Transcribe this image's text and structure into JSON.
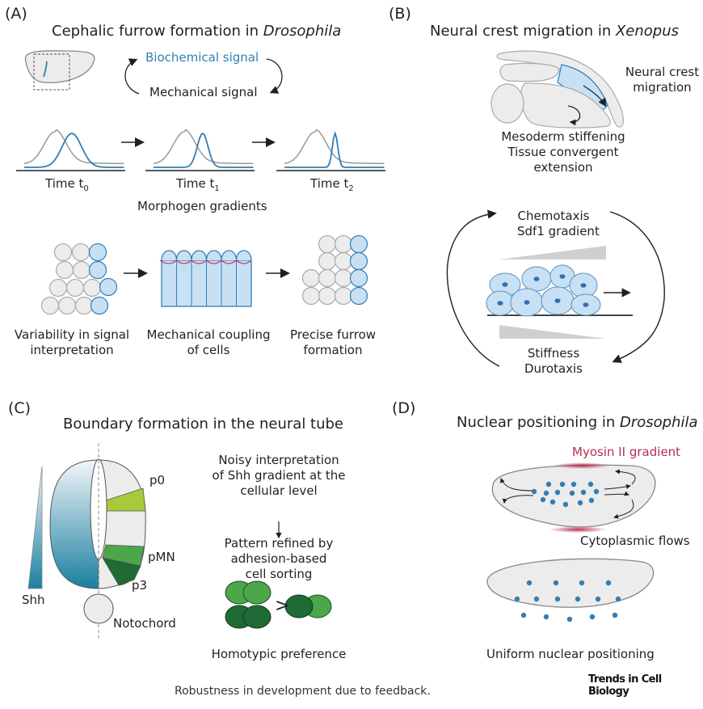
{
  "panels": {
    "A": {
      "label": "(A)",
      "title_prefix": "Cephalic furrow formation in ",
      "title_italic": "Drosophila",
      "loop": {
        "top": "Biochemical signal",
        "bottom": "Mechanical signal"
      },
      "timepoints": [
        {
          "label": "Time t",
          "sub": "0"
        },
        {
          "label": "Time t",
          "sub": "1"
        },
        {
          "label": "Time t",
          "sub": "2"
        }
      ],
      "gradients_label": "Morphogen gradients",
      "stages": [
        {
          "line1": "Variability in signal",
          "line2": "interpretation"
        },
        {
          "line1": "Mechanical coupling",
          "line2": "of cells"
        },
        {
          "line1": "Precise furrow",
          "line2": "formation"
        }
      ]
    },
    "B": {
      "label": "(B)",
      "title_prefix": "Neural crest migration in ",
      "title_italic": "Xenopus",
      "migration": {
        "line1": "Neural crest",
        "line2": "migration"
      },
      "mesoderm": {
        "line1": "Mesoderm stiffening",
        "line2": "Tissue convergent",
        "line3": "extension"
      },
      "chemotaxis": {
        "line1": "Chemotaxis",
        "line2": "Sdf1 gradient"
      },
      "durotaxis": {
        "line1": "Stiffness",
        "line2": "Durotaxis"
      }
    },
    "C": {
      "label": "(C)",
      "title": "Boundary formation in the neural tube",
      "domains": [
        "p0",
        "pMN",
        "p3"
      ],
      "shh": "Shh",
      "notochord": "Notochord",
      "noisy": {
        "line1": "Noisy interpretation",
        "line2": "of Shh gradient at the",
        "line3": "cellular level"
      },
      "refined": {
        "line1": "Pattern refined by",
        "line2": "adhesion-based",
        "line3": "cell sorting"
      },
      "preference_symbol": ">",
      "homotypic": "Homotypic preference"
    },
    "D": {
      "label": "(D)",
      "title_prefix": "Nuclear positioning in ",
      "title_italic": "Drosophila",
      "myosin": "Myosin II gradient",
      "flows": "Cytoplasmic flows",
      "uniform": "Uniform nuclear positioning"
    }
  },
  "journal": "Trends in Cell Biology",
  "caption": "Robustness in development due to feedback.",
  "colors": {
    "blue": "#2f7fb5",
    "light_blue": "#c8e0f4",
    "gray_fill": "#ececec",
    "myosin_red": "#b5304f",
    "green_light": "#a8c93a",
    "green_mid": "#4ca64a",
    "green_dark": "#1e6b35",
    "teal": "#1a7fa0"
  }
}
